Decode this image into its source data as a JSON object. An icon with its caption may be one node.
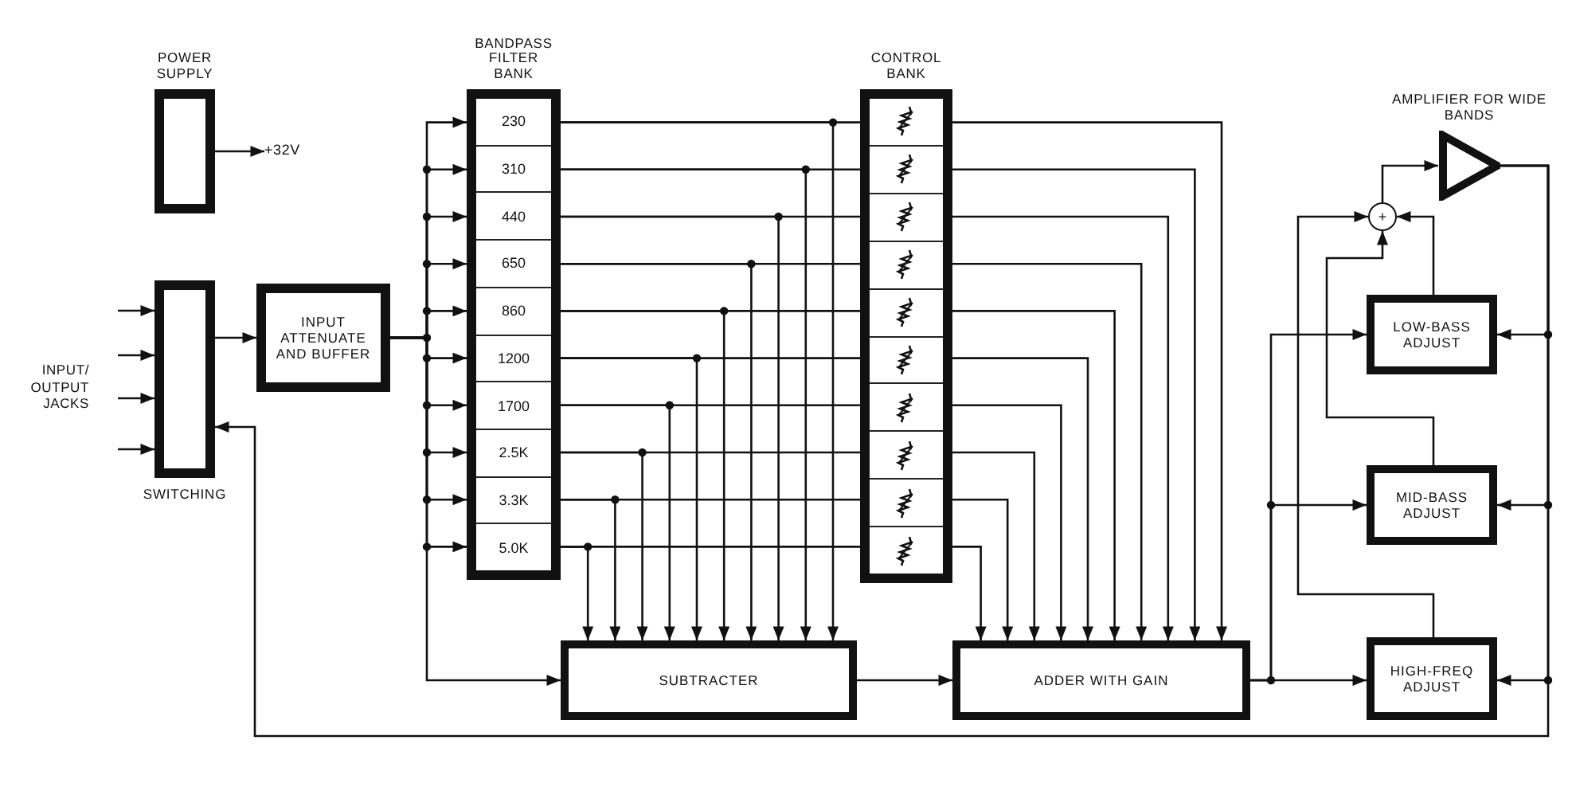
{
  "diagram": {
    "nodes": [
      {
        "text": [
          "POWER SUPPLY"
        ]
      },
      {
        "text": [
          "+32V"
        ]
      },
      {
        "text": [
          "SWITCHING"
        ]
      },
      {
        "text": [
          "INPUT ATTENUATE AND BUFFER"
        ]
      },
      {
        "text": [
          "BANDPASS FILTER BANK"
        ]
      },
      {
        "text": [
          "230"
        ],
        "in": 4
      },
      {
        "text": [
          "310"
        ],
        "in": 4
      },
      {
        "text": [
          "440"
        ],
        "in": 4
      },
      {
        "text": [
          "650"
        ],
        "in": 4
      },
      {
        "text": [
          "860"
        ],
        "in": 4
      },
      {
        "text": [
          "1200"
        ],
        "in": 4
      },
      {
        "text": [
          "1700"
        ],
        "in": 4
      },
      {
        "text": [
          "2.5K"
        ],
        "in": 4
      },
      {
        "text": [
          "3.3K"
        ],
        "in": 4
      },
      {
        "text": [
          "5.0K"
        ],
        "in": 4
      },
      {
        "text": [
          "CONTROL BANK"
        ]
      },
      {
        "text": [],
        "shape": "box",
        "in": 15
      },
      {
        "text": [],
        "shape": "box",
        "in": 15
      },
      {
        "text": [],
        "shape": "box",
        "in": 15
      },
      {
        "text": [],
        "shape": "box",
        "in": 15
      },
      {
        "text": [],
        "shape": "box",
        "in": 15
      },
      {
        "text": [],
        "shape": "box",
        "in": 15
      },
      {
        "text": [],
        "shape": "box",
        "in": 15
      },
      {
        "text": [],
        "shape": "box",
        "in": 15
      },
      {
        "text": [],
        "shape": "box",
        "in": 15
      },
      {
        "text": [],
        "shape": "box",
        "in": 15
      },
      {
        "text": [
          "SUBTRACTER"
        ]
      },
      {
        "text": [
          "ADDER WITH GAIN"
        ]
      },
      {
        "text": [
          "+"
        ]
      },
      {
        "text": [
          "AMPLIFIER FOR WIDE BANDS"
        ]
      },
      {
        "text": [
          "LOW-BASS ADJUST"
        ]
      },
      {
        "text": [
          "MID-BASS ADJUST"
        ]
      },
      {
        "text": [
          "HIGH-FREQ ADJUST"
        ]
      }
    ],
    "edges": [
      {
        "from": 0,
        "to": 1,
        "arrow": "to"
      },
      {
        "from": null,
        "to": 2,
        "arrow": "to"
      },
      {
        "from": null,
        "to": 2,
        "arrow": "to"
      },
      {
        "from": null,
        "to": 2,
        "arrow": "to"
      },
      {
        "from": null,
        "to": 2,
        "arrow": "to"
      },
      {
        "from": 2,
        "to": 3,
        "arrow": "to"
      },
      {
        "from": 3,
        "to": 5,
        "arrow": "to"
      },
      {
        "from": 3,
        "to": 6,
        "arrow": "to"
      },
      {
        "from": 3,
        "to": 7,
        "arrow": "to"
      },
      {
        "from": 3,
        "to": 8,
        "arrow": "to"
      },
      {
        "from": 3,
        "to": 9,
        "arrow": "to"
      },
      {
        "from": 3,
        "to": 10,
        "arrow": "to"
      },
      {
        "from": 3,
        "to": 11,
        "arrow": "to"
      },
      {
        "from": 3,
        "to": 12,
        "arrow": "to"
      },
      {
        "from": 3,
        "to": 13,
        "arrow": "to"
      },
      {
        "from": 3,
        "to": 14,
        "arrow": "to"
      },
      {
        "from": 3,
        "to": 26,
        "arrow": "to"
      },
      {
        "from": 5,
        "to": 16,
        "arrow": "none"
      },
      {
        "from": 6,
        "to": 17,
        "arrow": "none"
      },
      {
        "from": 7,
        "to": 18,
        "arrow": "none"
      },
      {
        "from": 8,
        "to": 19,
        "arrow": "none"
      },
      {
        "from": 9,
        "to": 20,
        "arrow": "none"
      },
      {
        "from": 10,
        "to": 21,
        "arrow": "none"
      },
      {
        "from": 11,
        "to": 22,
        "arrow": "none"
      },
      {
        "from": 12,
        "to": 23,
        "arrow": "none"
      },
      {
        "from": 13,
        "to": 24,
        "arrow": "none"
      },
      {
        "from": 14,
        "to": 25,
        "arrow": "none"
      },
      {
        "from": 5,
        "to": 26,
        "arrow": "to"
      },
      {
        "from": 6,
        "to": 26,
        "arrow": "to"
      },
      {
        "from": 7,
        "to": 26,
        "arrow": "to"
      },
      {
        "from": 8,
        "to": 26,
        "arrow": "to"
      },
      {
        "from": 9,
        "to": 26,
        "arrow": "to"
      },
      {
        "from": 10,
        "to": 26,
        "arrow": "to"
      },
      {
        "from": 11,
        "to": 26,
        "arrow": "to"
      },
      {
        "from": 12,
        "to": 26,
        "arrow": "to"
      },
      {
        "from": 13,
        "to": 26,
        "arrow": "to"
      },
      {
        "from": 14,
        "to": 26,
        "arrow": "to"
      },
      {
        "from": 16,
        "to": 27,
        "arrow": "to"
      },
      {
        "from": 17,
        "to": 27,
        "arrow": "to"
      },
      {
        "from": 18,
        "to": 27,
        "arrow": "to"
      },
      {
        "from": 19,
        "to": 27,
        "arrow": "to"
      },
      {
        "from": 20,
        "to": 27,
        "arrow": "to"
      },
      {
        "from": 21,
        "to": 27,
        "arrow": "to"
      },
      {
        "from": 22,
        "to": 27,
        "arrow": "to"
      },
      {
        "from": 23,
        "to": 27,
        "arrow": "to"
      },
      {
        "from": 24,
        "to": 27,
        "arrow": "to"
      },
      {
        "from": 25,
        "to": 27,
        "arrow": "to"
      },
      {
        "from": 26,
        "to": 27,
        "arrow": "to"
      },
      {
        "from": 27,
        "to": 30,
        "arrow": "to"
      },
      {
        "from": 27,
        "to": 31,
        "arrow": "to"
      },
      {
        "from": 27,
        "to": 32,
        "arrow": "to"
      },
      {
        "from": 30,
        "to": 28,
        "arrow": "to"
      },
      {
        "from": 31,
        "to": 28,
        "arrow": "to"
      },
      {
        "from": 32,
        "to": 28,
        "arrow": "to"
      },
      {
        "from": 28,
        "to": 29,
        "arrow": "to"
      },
      {
        "from": 29,
        "to": 30,
        "arrow": "to"
      },
      {
        "from": 29,
        "to": 31,
        "arrow": "to"
      },
      {
        "from": 29,
        "to": 32,
        "arrow": "to"
      },
      {
        "from": 29,
        "to": 2,
        "arrow": "to"
      }
    ],
    "labels": [
      "INPUT/ OUTPUT JACKS"
    ]
  }
}
